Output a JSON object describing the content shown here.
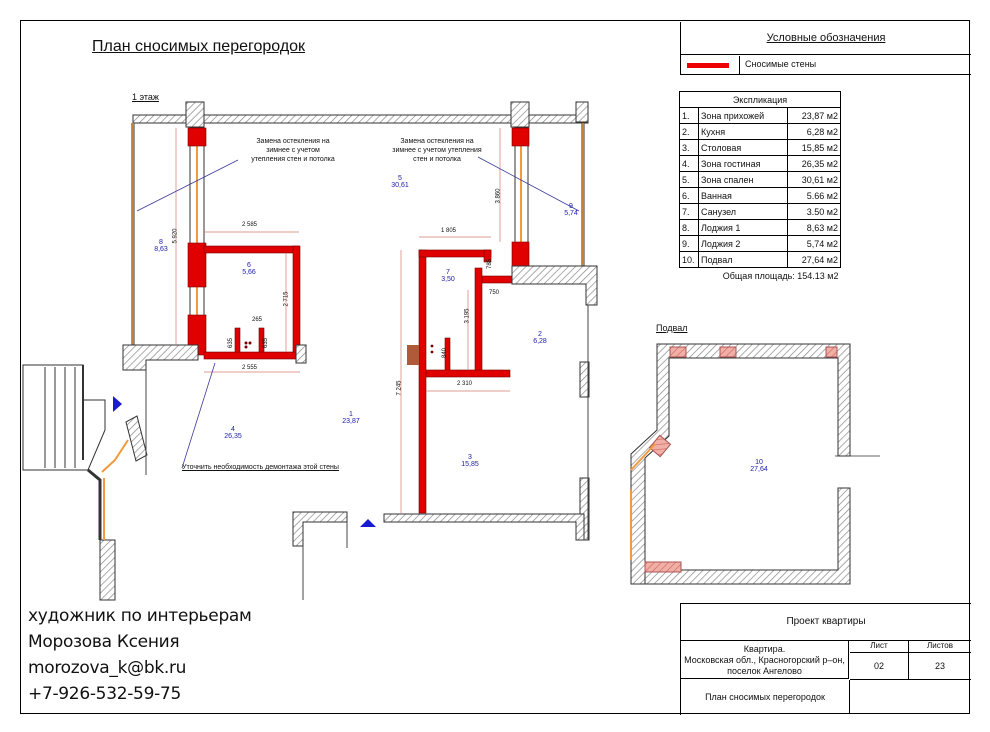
{
  "page_title": "План сносимых перегородок",
  "floor_label": "1 этаж",
  "basement_label": "Подвал",
  "legend": {
    "title": "Условные обозначения",
    "item_label": "Сносимые стены",
    "wall_color": "#e00000"
  },
  "explication": {
    "title": "Экспликация",
    "rows": [
      {
        "num": "1.",
        "name": "Зона прихожей",
        "area": "23,87 м2"
      },
      {
        "num": "2.",
        "name": "Кухня",
        "area": "6,28 м2"
      },
      {
        "num": "3.",
        "name": "Столовая",
        "area": "15,85 м2"
      },
      {
        "num": "4.",
        "name": "Зона гостиная",
        "area": "26,35 м2"
      },
      {
        "num": "5.",
        "name": "Зона спален",
        "area": "30,61 м2"
      },
      {
        "num": "6.",
        "name": "Ванная",
        "area": "5.66 м2"
      },
      {
        "num": "7.",
        "name": "Санузел",
        "area": "3.50 м2"
      },
      {
        "num": "8.",
        "name": "Лоджия 1",
        "area": "8,63 м2"
      },
      {
        "num": "9.",
        "name": "Лоджия 2",
        "area": "5,74 м2"
      },
      {
        "num": "10.",
        "name": "Подвал",
        "area": "27,64 м2"
      }
    ],
    "total": "Общая площадь: 154.13 м2"
  },
  "notes": {
    "glazing_left": [
      "Замена остекления на",
      "зимнее с учетом",
      "утепления стен и потолка"
    ],
    "glazing_right": [
      "Замена остекления на",
      "зимнее с учетом утепления",
      "стен и потолка"
    ],
    "check_wall": "Уточнить необходимость демонтажа этой стены"
  },
  "rooms": [
    {
      "num": "1",
      "area": "23,87"
    },
    {
      "num": "2",
      "area": "6,28"
    },
    {
      "num": "3",
      "area": "15,85"
    },
    {
      "num": "4",
      "area": "26,35"
    },
    {
      "num": "5",
      "area": "30,61"
    },
    {
      "num": "6",
      "area": "5,66"
    },
    {
      "num": "7",
      "area": "3,50"
    },
    {
      "num": "8",
      "area": "8,63"
    },
    {
      "num": "9",
      "area": "5,74"
    },
    {
      "num": "10",
      "area": "27,64"
    }
  ],
  "dimensions": {
    "d2585": "2 585",
    "d2555": "2 555",
    "d2715": "2 715",
    "d265": "265",
    "d635a": "635",
    "d635b": "635",
    "d5920": "5 920",
    "d1805": "1 805",
    "d785": "785",
    "d750": "750",
    "d3195": "3 195",
    "d840": "840",
    "d2310": "2 310",
    "d7245": "7 245",
    "d3860": "3 860"
  },
  "artist": {
    "role": "художник по интерьерам",
    "name": "Морозова Ксения",
    "email": "morozova_k@bk.ru",
    "phone": "+7-926-532-59-75"
  },
  "stamp": {
    "project": "Проект квартиры",
    "address_lines": [
      "Квартира.",
      "Московская обл., Красногорский р–он,",
      "поселок Ангелово"
    ],
    "sheet_label": "Лист",
    "sheets_label": "Листов",
    "sheet": "02",
    "sheets": "23",
    "drawing": "План сносимых перегородок"
  }
}
